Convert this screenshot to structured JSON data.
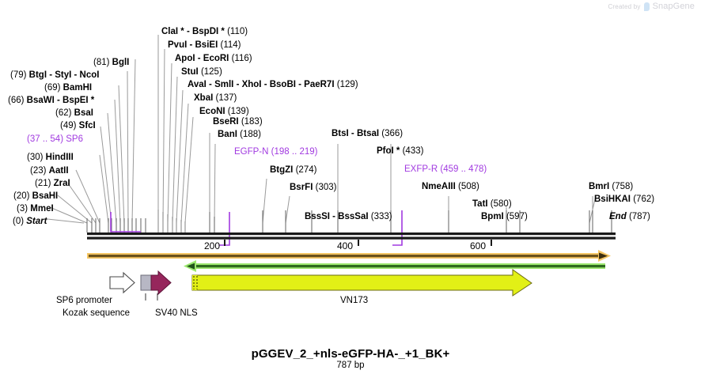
{
  "watermark": {
    "created_by": "Created by",
    "brand": "SnapGene",
    "logo_icon": "snapgene-logo-icon"
  },
  "title": "pGGEV_2_+nls-eGFP-HA-_+1_BK+",
  "length_label": "787 bp",
  "sequence_length": 787,
  "colors": {
    "enzyme_text": "#000000",
    "primer_purple": "#a13ae0",
    "backbone": "#1a1a1a",
    "orange_track": "#8a6d24",
    "orange_track_border": "#f0c04a",
    "green_track": "#2f6b1f",
    "green_track_border": "#8ee06a",
    "orf_yellow": "#e2f016",
    "orf_yellow_border": "#6b7a0d",
    "nls_magenta": "#96265c",
    "kozak_gray": "#b7b7c4",
    "promoter_white": "#ffffff"
  },
  "ruler": {
    "ticks": [
      {
        "label": "200",
        "value": 200
      },
      {
        "label": "400",
        "value": 400
      },
      {
        "label": "600",
        "value": 600
      }
    ]
  },
  "enzymes": [
    {
      "name": "ClaI * - BspDI *",
      "pos": "(110)",
      "value": 110,
      "color": "black"
    },
    {
      "name": "PvuI - BsiEI",
      "pos": "(114)",
      "value": 114,
      "color": "black"
    },
    {
      "name": "ApoI - EcoRI",
      "pos": "(116)",
      "value": 116,
      "color": "black"
    },
    {
      "name": "StuI",
      "pos": "(125)",
      "value": 125,
      "color": "black"
    },
    {
      "name": "AvaI - SmlI - XhoI - BsoBI - PaeR7I",
      "pos": "(129)",
      "value": 129,
      "color": "black"
    },
    {
      "name": "XbaI",
      "pos": "(137)",
      "value": 137,
      "color": "black"
    },
    {
      "name": "EcoNI",
      "pos": "(139)",
      "value": 139,
      "color": "black"
    },
    {
      "name": "BglI",
      "pos": "(81)",
      "value": 81,
      "color": "black"
    },
    {
      "name": "BtgI - StyI - NcoI",
      "pos": "(79)",
      "value": 79,
      "color": "black"
    },
    {
      "name": "BamHI",
      "pos": "(69)",
      "value": 69,
      "color": "black"
    },
    {
      "name": "BsaWI - BspEI *",
      "pos": "(66)",
      "value": 66,
      "color": "black"
    },
    {
      "name": "BsaI",
      "pos": "(62)",
      "value": 62,
      "color": "black"
    },
    {
      "name": "SfcI",
      "pos": "(49)",
      "value": 49,
      "color": "black"
    },
    {
      "name": "SP6",
      "pos": "(37 .. 54)",
      "value": 45,
      "color": "purple"
    },
    {
      "name": "HindIII",
      "pos": "(30)",
      "value": 30,
      "color": "black"
    },
    {
      "name": "AatII",
      "pos": "(23)",
      "value": 23,
      "color": "black"
    },
    {
      "name": "ZraI",
      "pos": "(21)",
      "value": 21,
      "color": "black"
    },
    {
      "name": "BsaHI",
      "pos": "(20)",
      "value": 20,
      "color": "black"
    },
    {
      "name": "MmeI",
      "pos": "(3)",
      "value": 3,
      "color": "black"
    },
    {
      "name": "Start",
      "pos": "(0)",
      "value": 0,
      "color": "black",
      "italic": true
    },
    {
      "name": "BseRI",
      "pos": "(183)",
      "value": 183,
      "color": "black"
    },
    {
      "name": "BanI",
      "pos": "(188)",
      "value": 188,
      "color": "black"
    },
    {
      "name": "EGFP-N",
      "pos": "(198 .. 219)",
      "value": 208,
      "color": "purple"
    },
    {
      "name": "BtgZI",
      "pos": "(274)",
      "value": 274,
      "color": "black"
    },
    {
      "name": "BsrFI",
      "pos": "(303)",
      "value": 303,
      "color": "black"
    },
    {
      "name": "BssSI - BssSaI",
      "pos": "(333)",
      "value": 333,
      "color": "black"
    },
    {
      "name": "BtsI - BtsaI",
      "pos": "(366)",
      "value": 366,
      "color": "black"
    },
    {
      "name": "PfoI *",
      "pos": "(433)",
      "value": 433,
      "color": "black"
    },
    {
      "name": "EXFP-R",
      "pos": "(459 .. 478)",
      "value": 468,
      "color": "purple"
    },
    {
      "name": "NmeAIII",
      "pos": "(508)",
      "value": 508,
      "color": "black"
    },
    {
      "name": "TatI",
      "pos": "(580)",
      "value": 580,
      "color": "black"
    },
    {
      "name": "BpmI",
      "pos": "(597)",
      "value": 597,
      "color": "black"
    },
    {
      "name": "BmrI",
      "pos": "(758)",
      "value": 758,
      "color": "black"
    },
    {
      "name": "BsiHKAI",
      "pos": "(762)",
      "value": 762,
      "color": "black"
    },
    {
      "name": "End",
      "pos": "(787)",
      "value": 787,
      "color": "black",
      "italic": true
    }
  ],
  "features": [
    {
      "name": "SP6 promoter",
      "kind": "promoter-arrow"
    },
    {
      "name": "Kozak sequence",
      "kind": "kozak-box"
    },
    {
      "name": "SV40 NLS",
      "kind": "nls-arrow"
    },
    {
      "name": "VN173",
      "kind": "orf-arrow"
    }
  ],
  "tracks": {
    "orange": {
      "name": "orange-feature-track",
      "direction": "right"
    },
    "green": {
      "name": "green-feature-track",
      "direction": "left"
    },
    "orf": {
      "name": "vn173-orf-arrow",
      "direction": "right",
      "label": "VN173"
    }
  }
}
